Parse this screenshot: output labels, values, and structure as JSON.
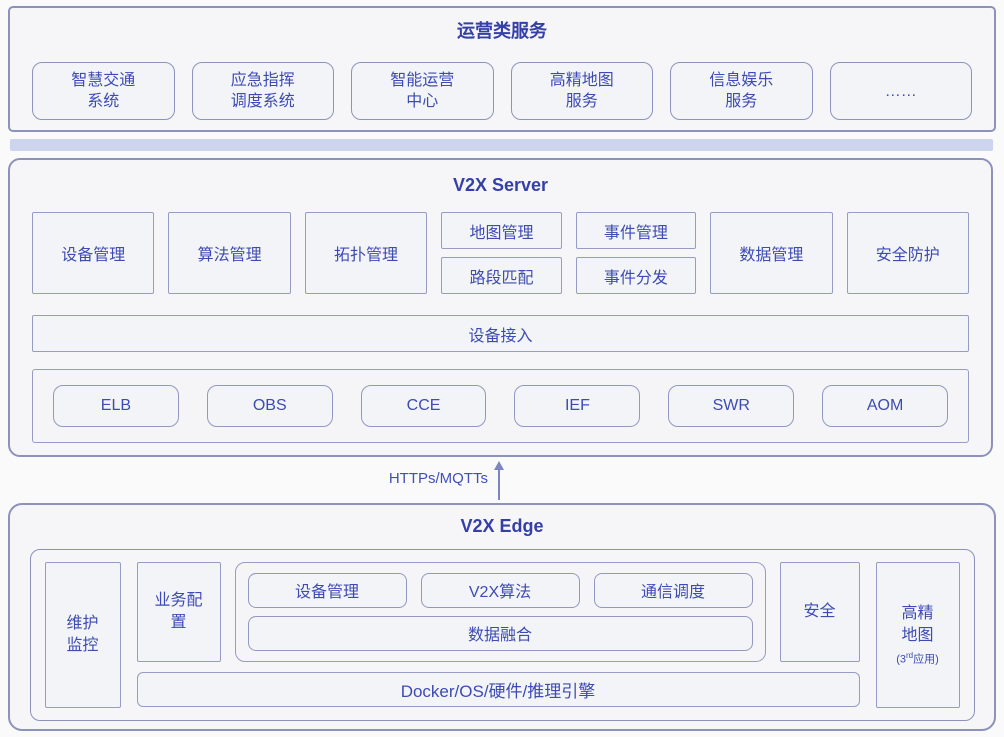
{
  "colors": {
    "page_bg": "#fafafa",
    "section_fill": "#f6f6f8",
    "box_fill": "#f3f4f7",
    "section_border": "#8c92bc",
    "box_border": "#979cc4",
    "title_text": "#3440a8",
    "label_text": "#3d4bb3",
    "separator": "#ccd4ee",
    "arrow": "#7e86c2"
  },
  "top": {
    "title": "运营类服务",
    "services": [
      "智慧交通\n系统",
      "应急指挥\n调度系统",
      "智能运营\n中心",
      "高精地图\n服务",
      "信息娱乐\n服务",
      "……"
    ]
  },
  "server": {
    "title": "V2X Server",
    "singles_left": [
      "设备管理",
      "算法管理",
      "拓扑管理"
    ],
    "stack_map": [
      "地图管理",
      "路段匹配"
    ],
    "stack_event": [
      "事件管理",
      "事件分发"
    ],
    "singles_right": [
      "数据管理",
      "安全防护"
    ],
    "access_label": "设备接入",
    "cloud_services": [
      "ELB",
      "OBS",
      "CCE",
      "IEF",
      "SWR",
      "AOM"
    ]
  },
  "link": {
    "label": "HTTPs/MQTTs"
  },
  "edge": {
    "title": "V2X Edge",
    "maintenance": "维护\n监控",
    "business_config": "业务配\n置",
    "core_modules": [
      "设备管理",
      "V2X算法",
      "通信调度"
    ],
    "fusion": "数据融合",
    "security": "安全",
    "hd_map": {
      "label": "高精\n地图",
      "sub_pre": "(3",
      "sub_sup": "rd",
      "sub_post": "应用)"
    },
    "platform": "Docker/OS/硬件/推理引擎"
  }
}
